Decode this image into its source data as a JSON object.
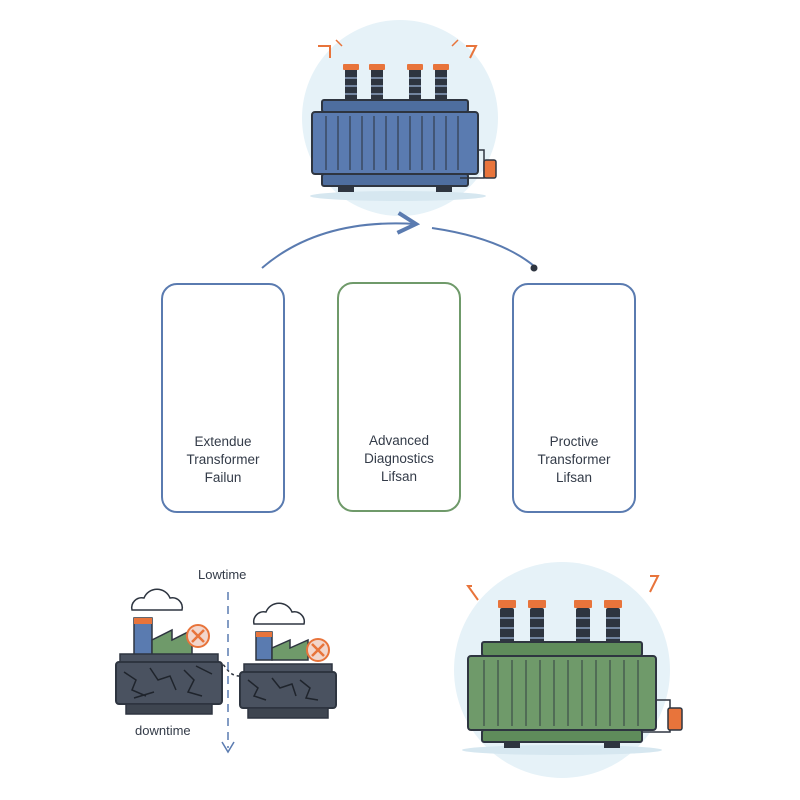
{
  "cards": [
    {
      "lines": [
        "Extendue",
        "Transformer",
        "Failun"
      ]
    },
    {
      "lines": [
        "Advanced",
        "Diagnostics",
        "Lifsan"
      ]
    },
    {
      "lines": [
        "Proctive",
        "Transformer",
        "Lifsan"
      ]
    }
  ],
  "timeline": {
    "top_label": "Lowtime",
    "bottom_label": "downtime"
  },
  "icons": {
    "top": "blue-transformer-icon",
    "card1": [
      "thermometer-icon",
      "triangle-ruler-icon",
      "oil-drop-icon",
      "gears-icon"
    ],
    "card2": [
      "magnifier-icon",
      "circuit-document-icon",
      "shield-wrench-icon"
    ],
    "card3": [
      "clock-icon",
      "up-arrow-icon",
      "dollar-icon",
      "check-circle-icon"
    ],
    "bottom_left": [
      "cloud-icon",
      "factory-icon",
      "cracked-transformer-icon",
      "error-x-icon"
    ],
    "bottom_right": "green-transformer-icon"
  },
  "colors": {
    "blue": "#5a7bb0",
    "green": "#6f9a6a",
    "orange": "#e8743b",
    "dark": "#2e3540",
    "bg_circle": "#e6f2f8"
  }
}
